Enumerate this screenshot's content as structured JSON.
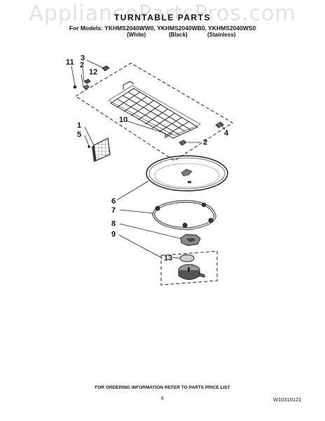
{
  "watermark": "AppliancePartsPros.com",
  "heading": "TURNTABLE PARTS",
  "models_line": "For Models: YKHMS2040WW0, YKHMS2040WB0, YKHMS2040WS0",
  "finishes": [
    "(White)",
    "(Black)",
    "(Stainless)"
  ],
  "callouts": [
    "3",
    "11",
    "2",
    "12",
    "10",
    "4",
    "1",
    "5",
    "2",
    "6",
    "7",
    "8",
    "9",
    "13"
  ],
  "footer_note": "FOR ORDERING INFORMATION REFER TO PARTS PRICE LIST",
  "page_number": "6",
  "document_number": "W10319121"
}
